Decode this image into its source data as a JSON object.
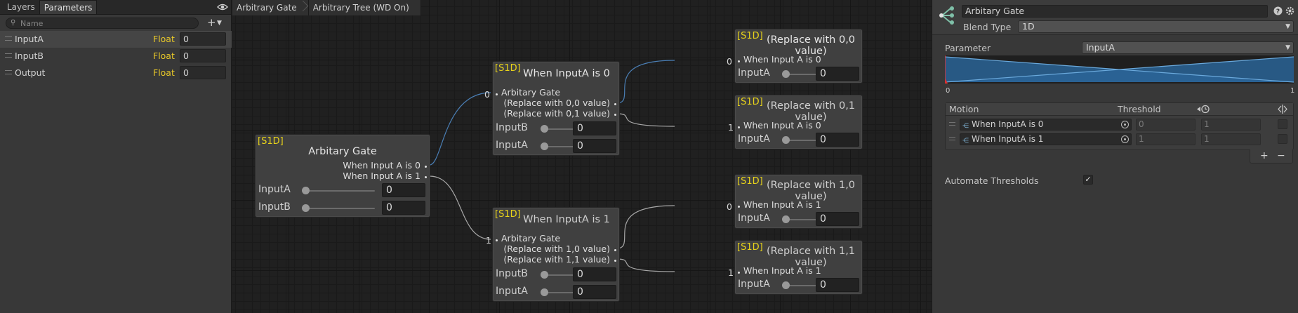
{
  "left_panel": {
    "tabs": [
      "Layers",
      "Parameters"
    ],
    "search_placeholder": "Name",
    "parameters": [
      {
        "name": "InputA",
        "type": "Float",
        "value": "0"
      },
      {
        "name": "InputB",
        "type": "Float",
        "value": "0"
      },
      {
        "name": "Output",
        "type": "Float",
        "value": "0"
      }
    ]
  },
  "breadcrumbs": [
    "Arbitrary Gate",
    "Arbitrary Tree (WD On)"
  ],
  "nodes": {
    "gate": {
      "tag": "[S1D]",
      "title": "Arbitary  Gate",
      "outputs": [
        "When Input A is 0",
        "When Input A is 1"
      ],
      "sliders": [
        {
          "label": "InputA",
          "value": "0"
        },
        {
          "label": "InputB",
          "value": "0"
        }
      ]
    },
    "when0": {
      "tag": "[S1D]",
      "title": "When InputA is 0",
      "input": "Arbitary  Gate",
      "input_wire_label": "0",
      "outputs": [
        "(Replace with 0,0 value)",
        "(Replace with 0,1 value)"
      ],
      "sliders": [
        {
          "label": "InputB",
          "value": "0"
        },
        {
          "label": "InputA",
          "value": "0"
        }
      ]
    },
    "when1": {
      "tag": "[S1D]",
      "title": "When InputA is 1",
      "input": "Arbitary  Gate",
      "input_wire_label": "1",
      "outputs": [
        "(Replace with 1,0 value)",
        "(Replace with 1,1 value)"
      ],
      "sliders": [
        {
          "label": "InputB",
          "value": "0"
        },
        {
          "label": "InputA",
          "value": "0"
        }
      ]
    },
    "r00": {
      "tag": "[S1D]",
      "title": "(Replace with 0,0 value)",
      "input": "When Input A is 0",
      "input_wire_label": "0",
      "slider": {
        "label": "InputA",
        "value": "0"
      }
    },
    "r01": {
      "tag": "[S1D]",
      "title": "(Replace with 0,1 value)",
      "input": "When Input A is 0",
      "input_wire_label": "1",
      "slider": {
        "label": "InputA",
        "value": "0"
      }
    },
    "r10": {
      "tag": "[S1D]",
      "title": "(Replace with 1,0 value)",
      "input": "When Input A is 1",
      "input_wire_label": "0",
      "slider": {
        "label": "InputA",
        "value": "0"
      }
    },
    "r11": {
      "tag": "[S1D]",
      "title": "(Replace with 1,1 value)",
      "input": "When Input A is 1",
      "input_wire_label": "1",
      "slider": {
        "label": "InputA",
        "value": "0"
      }
    }
  },
  "inspector": {
    "name": "Arbitary  Gate",
    "blend_type_label": "Blend Type",
    "blend_type": "1D",
    "parameter_label": "Parameter",
    "parameter": "InputA",
    "graph_min": "0",
    "graph_max": "1",
    "motion_header": "Motion",
    "threshold_header": "Threshold",
    "motions": [
      {
        "name": "When InputA is 0",
        "threshold": "0",
        "speed": "1"
      },
      {
        "name": "When InputA is 1",
        "threshold": "1",
        "speed": "1"
      }
    ],
    "automate_label": "Automate Thresholds",
    "automate_checked": true,
    "add_symbol": "+",
    "remove_symbol": "−"
  },
  "colors": {
    "accent_yellow": "#e8d31a",
    "graph_blue": "#2a6496",
    "panel": "#383838"
  }
}
